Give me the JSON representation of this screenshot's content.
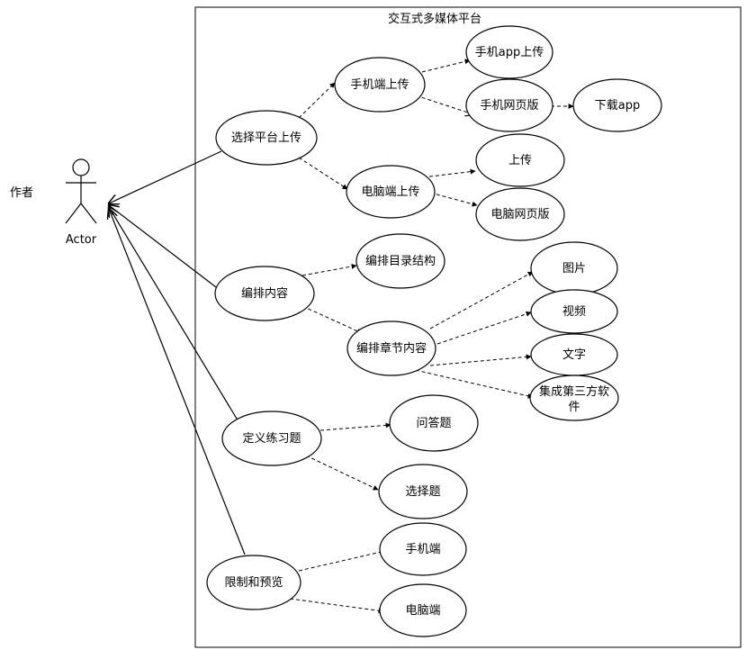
{
  "diagram": {
    "system_title": "交互式多媒体平台",
    "side_label": "作者",
    "actor_label": "Actor",
    "nodes": {
      "upload": "选择平台上传",
      "phone_upload": "手机端上传",
      "phone_app_upload": "手机app上传",
      "phone_web": "手机网页版",
      "download_app": "下载app",
      "pc_upload": "电脑端上传",
      "upload_plain": "上传",
      "pc_web": "电脑网页版",
      "edit": "编排内容",
      "toc": "编排目录结构",
      "chapter": "编排章节内容",
      "image": "图片",
      "video": "视频",
      "text": "文字",
      "third_party_1": "集成第三方软",
      "third_party_2": "件",
      "exercise": "定义练习题",
      "qa": "问答题",
      "choice": "选择题",
      "restrict": "限制和预览",
      "mobile": "手机端",
      "pc": "电脑端"
    }
  }
}
